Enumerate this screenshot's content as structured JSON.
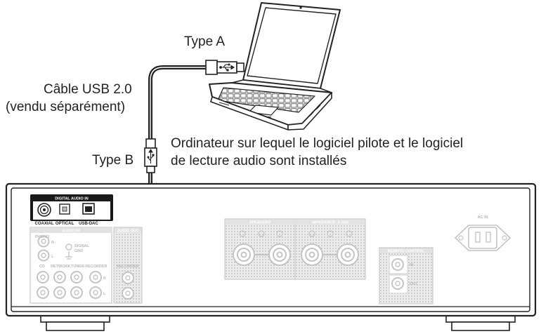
{
  "labels": {
    "type_a": "Type A",
    "cable_line1": "Câble USB 2.0",
    "cable_line2": "(vendu séparément)",
    "type_b": "Type B",
    "computer_line1": "Ordinateur sur lequel le logiciel pilote et le logiciel",
    "computer_line2": "de lecture audio sont installés"
  },
  "panel": {
    "digital_audio_in": "DIGITAL AUDIO IN",
    "coaxial": "COAXIAL",
    "optical": "OPTICAL",
    "usb_dac": "USB-DAC",
    "audio_in": "AUDIO IN",
    "phono": "PHONO",
    "signal_gnd_1": "SIGNAL",
    "signal_gnd_2": "GND",
    "cd": "CD",
    "network": "NETWORK",
    "tuner": "TUNER",
    "recorder": "RECORDER",
    "audio_out": "AUDIO OUT",
    "recorder_out": "RECORDER",
    "speakers": "SPEAKERS",
    "impedance": "IMPEDANCE: 4-16Ω",
    "remote_control": "REMOTE CONTROL",
    "rc_in": "IN",
    "rc_out": "OUT",
    "ac_in": "AC IN",
    "ch_r": "R",
    "ch_l": "L"
  },
  "colors": {
    "line": "#222222",
    "panel_grey": "#d9d9d9",
    "dot_grey": "#bdbdbd",
    "cable": "#222222"
  }
}
